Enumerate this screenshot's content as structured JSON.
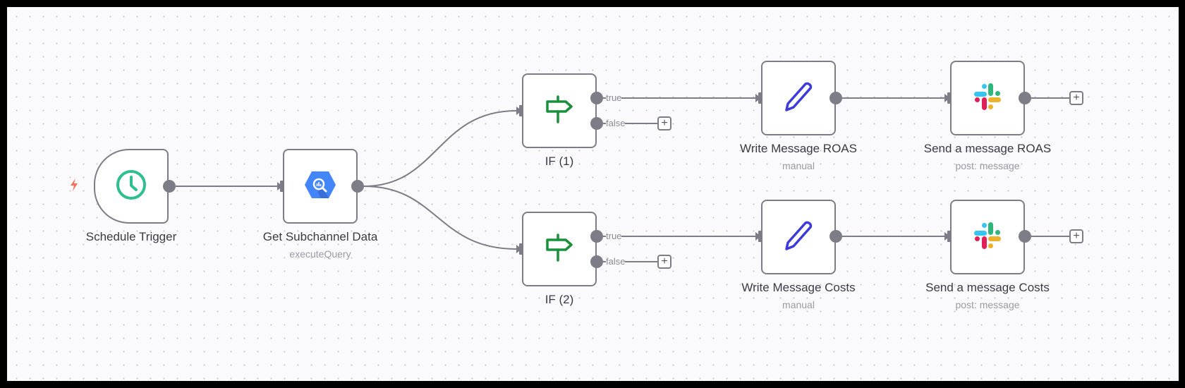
{
  "workflow": {
    "nodes": [
      {
        "id": "schedule_trigger",
        "title": "Schedule Trigger",
        "subtitle": "",
        "icon": "clock-icon",
        "icon_color": "#2ebf91"
      },
      {
        "id": "get_subchannel_data",
        "title": "Get Subchannel Data",
        "subtitle": "executeQuery",
        "icon": "bigquery-icon",
        "icon_color": "#4386fa"
      },
      {
        "id": "if_1",
        "title": "IF (1)",
        "subtitle": "",
        "icon": "signpost-icon",
        "icon_color": "#1a8f3c"
      },
      {
        "id": "if_2",
        "title": "IF (2)",
        "subtitle": "",
        "icon": "signpost-icon",
        "icon_color": "#1a8f3c"
      },
      {
        "id": "write_message_roas",
        "title": "Write Message ROAS",
        "subtitle": "manual",
        "icon": "pencil-icon",
        "icon_color": "#3b3bdb"
      },
      {
        "id": "write_message_costs",
        "title": "Write Message Costs",
        "subtitle": "manual",
        "icon": "pencil-icon",
        "icon_color": "#3b3bdb"
      },
      {
        "id": "send_message_roas",
        "title": "Send a message ROAS",
        "subtitle": "post: message",
        "icon": "slack-icon",
        "icon_color": ""
      },
      {
        "id": "send_message_costs",
        "title": "Send a message Costs",
        "subtitle": "post: message",
        "icon": "slack-icon",
        "icon_color": ""
      }
    ],
    "branches": {
      "true_label": "true",
      "false_label": "false"
    },
    "add_button_label": "+",
    "trigger_indicator": "lightning-bolt-icon",
    "colors": {
      "node_border": "#7d7d87",
      "edge": "#7d7d87",
      "canvas_bg": "#fafafc",
      "trigger_bolt": "#ff6d5a",
      "slack_blue": "#36c5f0",
      "slack_green": "#2eb67d",
      "slack_red": "#e01e5a",
      "slack_yellow": "#ecb22e"
    }
  }
}
